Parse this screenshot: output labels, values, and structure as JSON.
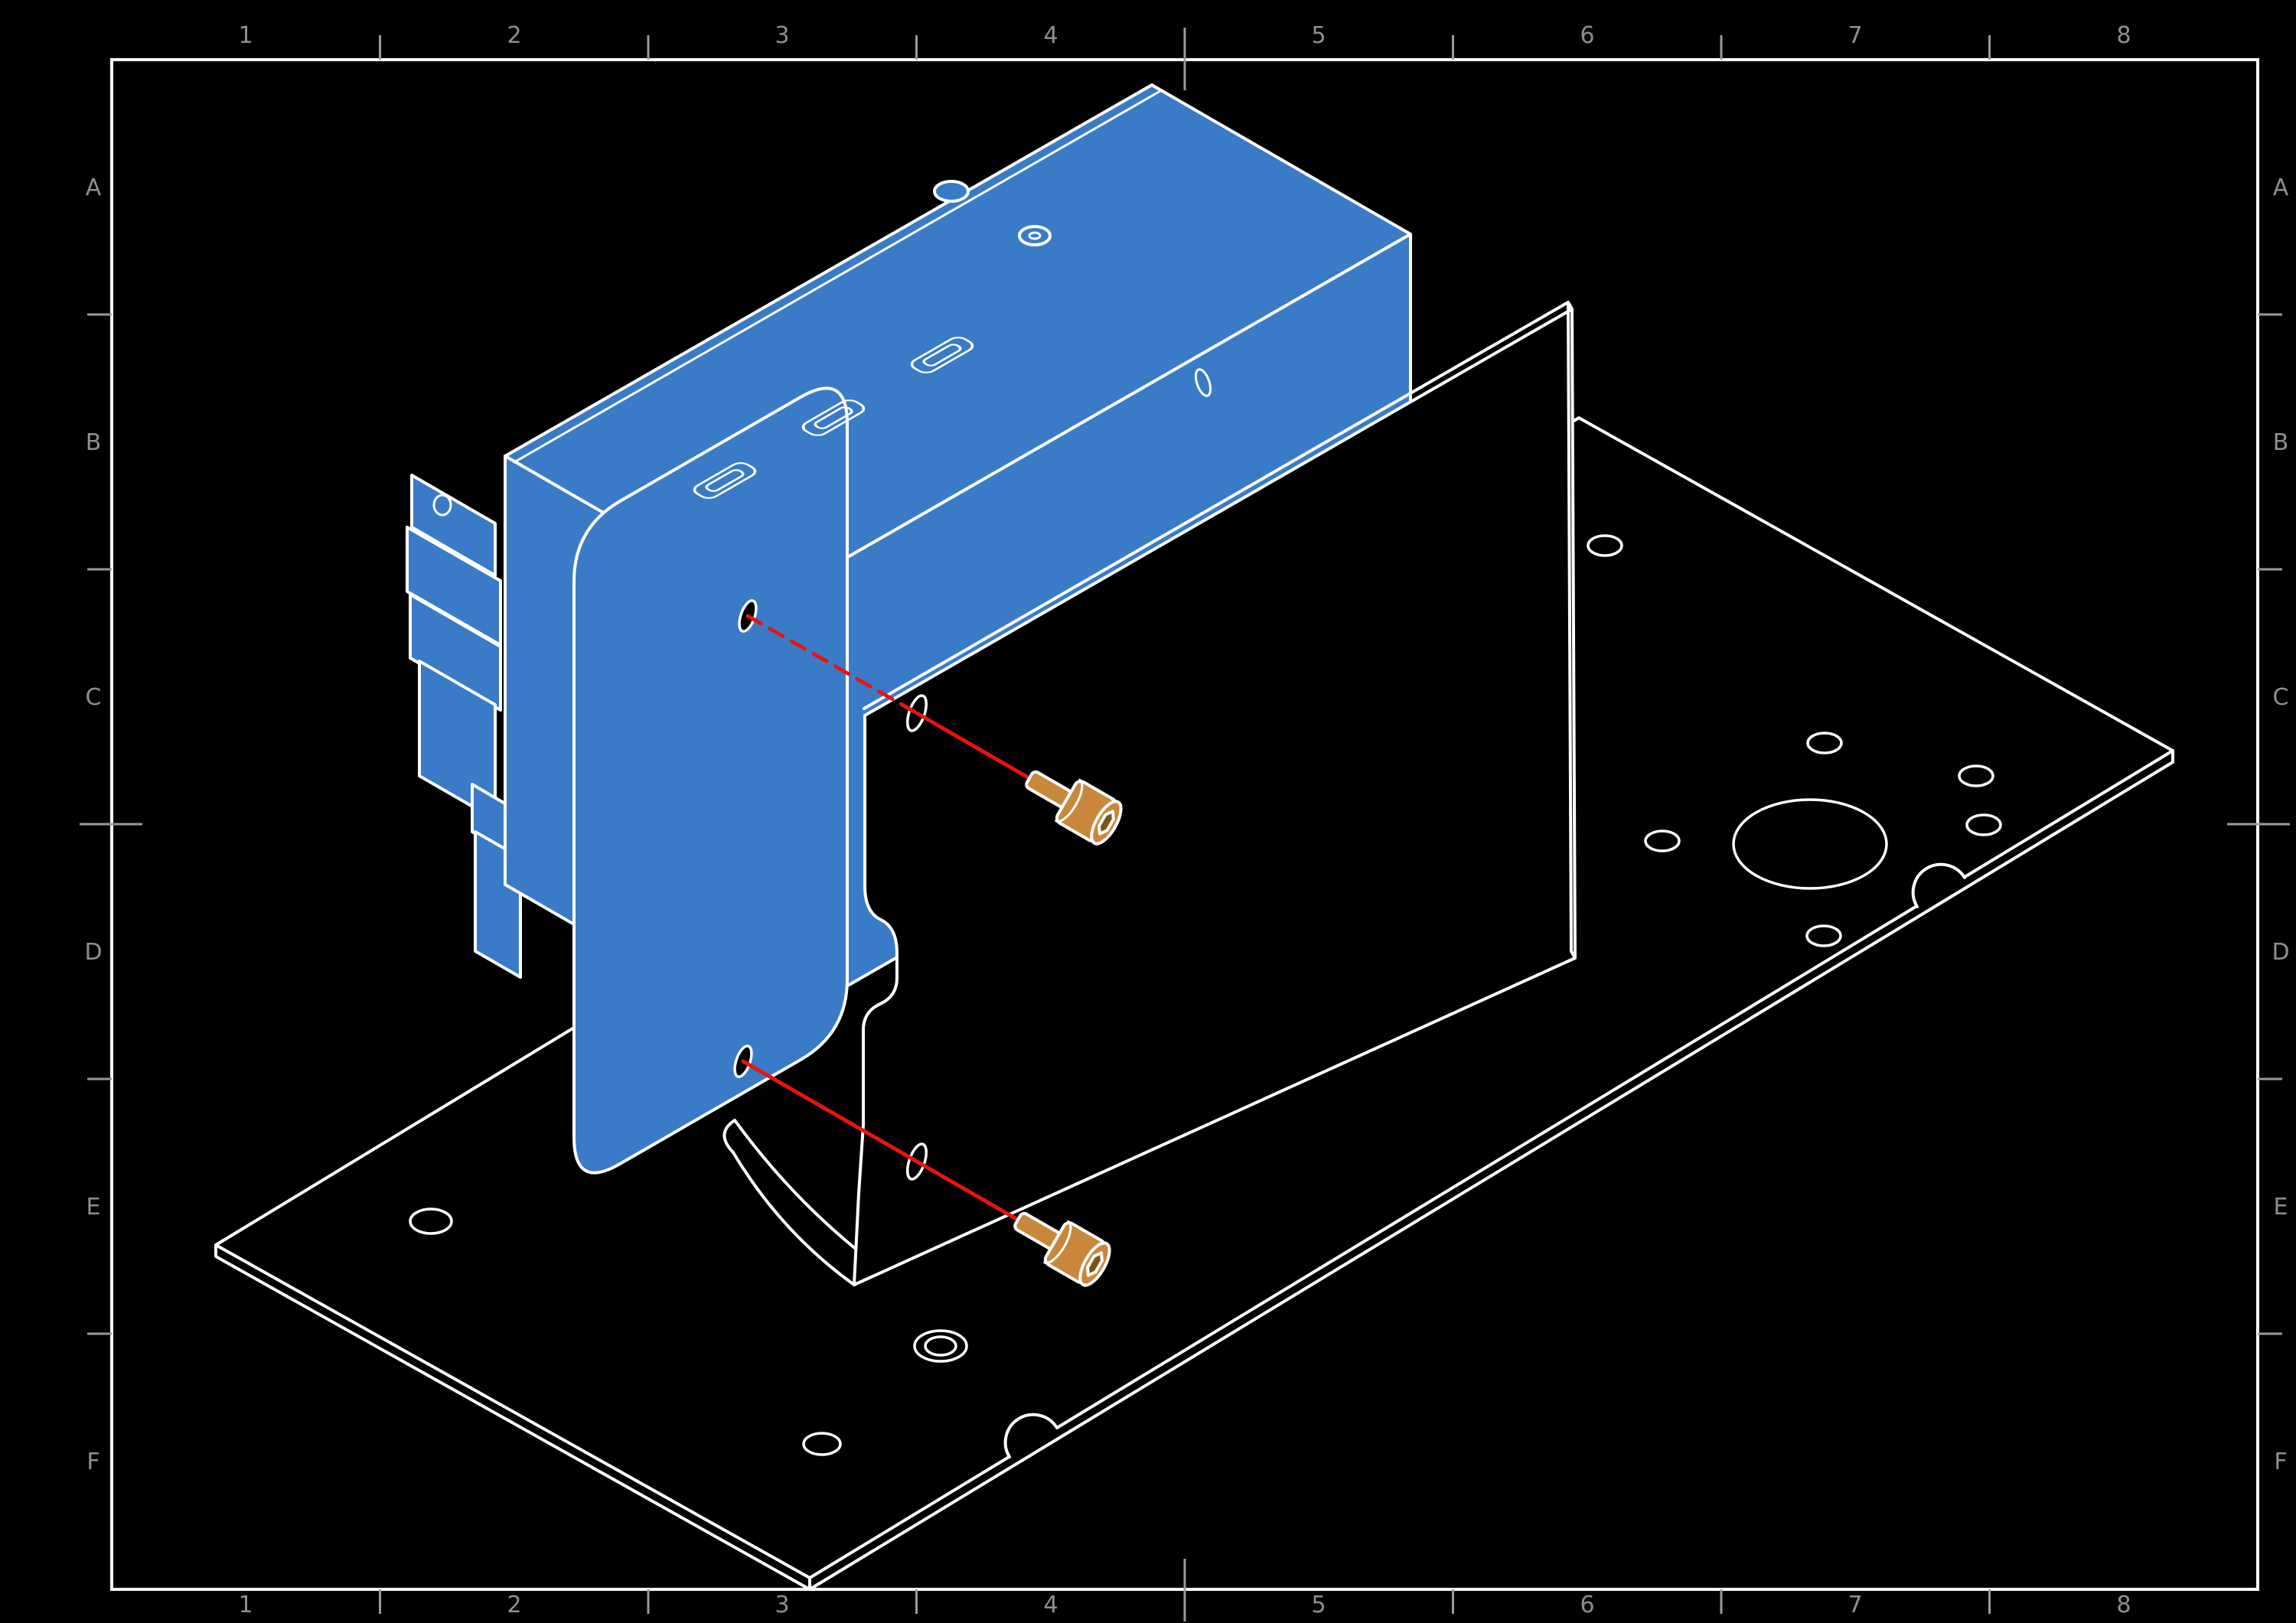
{
  "drawing": {
    "type": "exploded-assembly-isometric-blueprint",
    "sheet": {
      "columns": [
        "1",
        "2",
        "3",
        "4",
        "5",
        "6",
        "7",
        "8"
      ],
      "rows": [
        "A",
        "B",
        "C",
        "D",
        "E",
        "F"
      ]
    },
    "colors": {
      "background": "#000000",
      "line_white": "#ffffff",
      "module_blue": "#3a7bc8",
      "module_blue_shade": "#2f66a8",
      "screw_orange": "#c9873b",
      "screw_socket_dark": "#7c5418",
      "assembly_red": "#e8150d",
      "zone_label_gray": "#8f8f8f"
    },
    "parts": {
      "module": "electronic-control-module",
      "bracket": "mounting-bracket",
      "base_plate": "base-plate",
      "fasteners": "socket-head-cap-screw",
      "fastener_count": 2
    }
  }
}
